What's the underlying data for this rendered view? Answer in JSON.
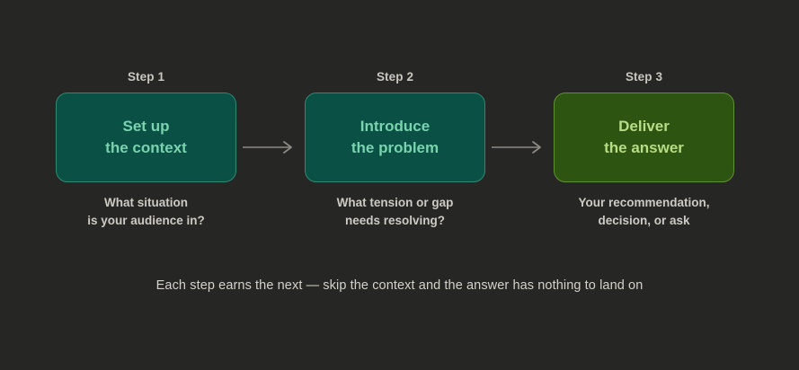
{
  "background_color": "#262624",
  "diagram": {
    "type": "three-step-flow",
    "steps": [
      {
        "label": "Step 1",
        "title_line1": "Set up",
        "title_line2": "the context",
        "caption_line1": "What situation",
        "caption_line2": "is your audience in?",
        "fill_color": "#0a5045",
        "border_color": "#2f8a72",
        "title_color": "#79d3ad"
      },
      {
        "label": "Step 2",
        "title_line1": "Introduce",
        "title_line2": "the problem",
        "caption_line1": "What tension or gap",
        "caption_line2": "needs resolving?",
        "fill_color": "#0a5045",
        "border_color": "#2f8a72",
        "title_color": "#79d3ad"
      },
      {
        "label": "Step 3",
        "title_line1": "Deliver",
        "title_line2": "the answer",
        "caption_line1": "Your recommendation,",
        "caption_line2": "decision, or ask",
        "fill_color": "#2d5411",
        "border_color": "#5d9230",
        "title_color": "#b7dc84"
      }
    ],
    "connectors": [
      {
        "from": "Step 1",
        "to": "Step 2",
        "color": "#8d8a84"
      },
      {
        "from": "Step 2",
        "to": "Step 3",
        "color": "#8d8a84"
      }
    ],
    "note": "Each step earns the next — skip the context and the answer has nothing to land on"
  }
}
